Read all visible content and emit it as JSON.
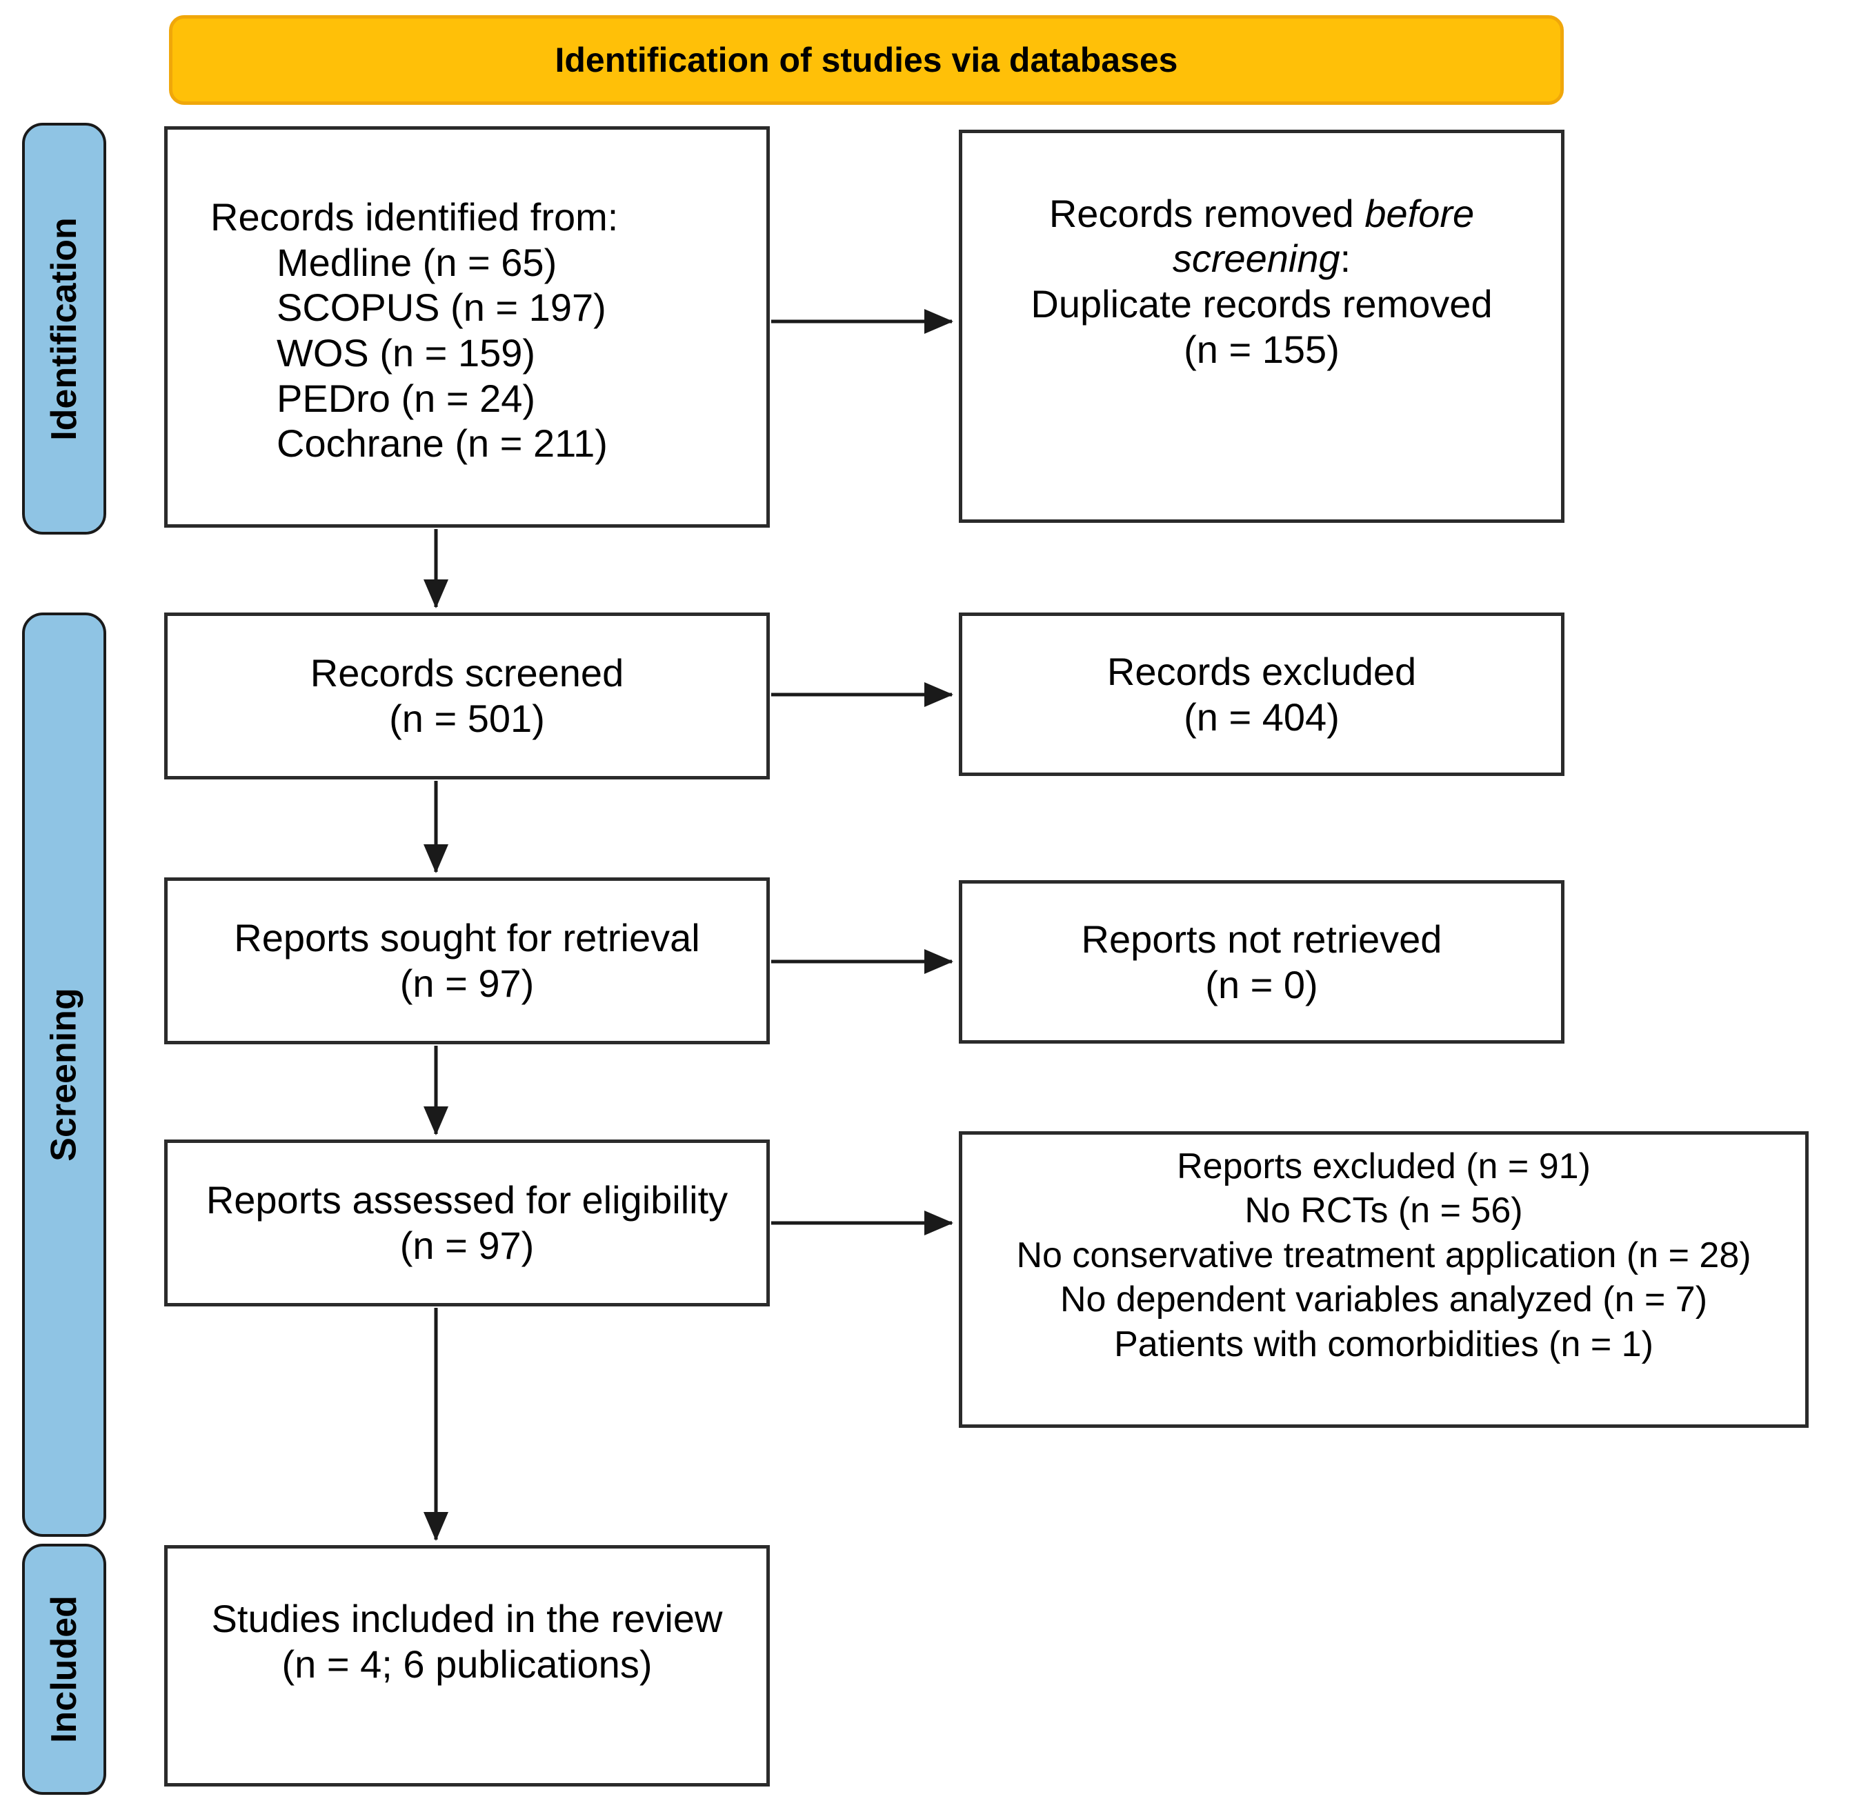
{
  "header": {
    "title": "Identification of studies via databases"
  },
  "colors": {
    "header_bg": "#FFC008",
    "header_border": "#F0A70A",
    "stage_bg": "#8FC4E4",
    "stage_border": "#1A1A1A",
    "box_border": "#2B2B2B",
    "arrow": "#1A1A1A"
  },
  "stages": {
    "identification": "Identification",
    "screening": "Screening",
    "included": "Included"
  },
  "boxes": {
    "records_identified": {
      "heading": "Records identified from:",
      "items": [
        "Medline (n = 65)",
        "SCOPUS (n = 197)",
        "WOS (n = 159)",
        "PEDro (n = 24)",
        "Cochrane (n = 211)"
      ]
    },
    "records_removed": {
      "line1_normal": "Records removed ",
      "line1_italic": "before",
      "line2_italic": "screening",
      "line2_normal": ":",
      "line3": "Duplicate records removed",
      "line4": "(n = 155)"
    },
    "records_screened": {
      "line1": "Records screened",
      "line2": "(n = 501)"
    },
    "records_excluded": {
      "line1": "Records excluded",
      "line2": "(n = 404)"
    },
    "reports_sought": {
      "line1": "Reports sought for retrieval",
      "line2": "(n = 97)"
    },
    "reports_not_retrieved": {
      "line1": "Reports not retrieved",
      "line2": "(n = 0)"
    },
    "reports_assessed": {
      "line1": "Reports assessed for eligibility",
      "line2": "(n = 97)"
    },
    "reports_excluded": {
      "lines": [
        "Reports excluded (n = 91)",
        "No RCTs (n = 56)",
        "No conservative treatment application (n = 28)",
        "No dependent variables analyzed (n = 7)",
        "Patients with comorbidities (n = 1)"
      ]
    },
    "studies_included": {
      "line1": "Studies included in the review",
      "line2": "(n = 4; 6 publications)"
    }
  }
}
